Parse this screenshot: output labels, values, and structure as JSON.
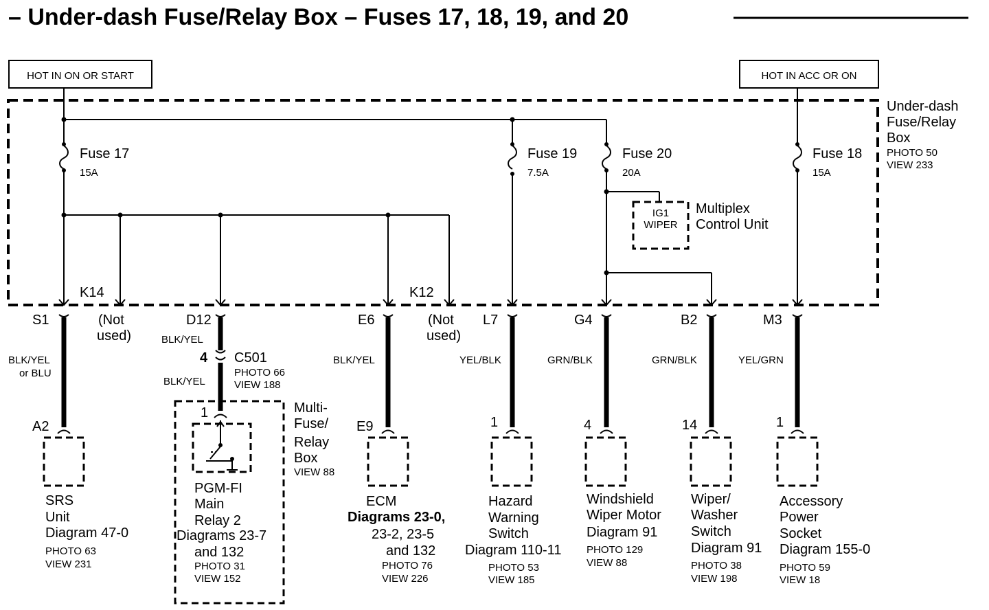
{
  "title": "– Under-dash Fuse/Relay Box – Fuses 17, 18, 19, and 20",
  "power": {
    "left": "HOT IN ON OR START",
    "right": "HOT IN ACC OR ON"
  },
  "fuse_box": {
    "name_lines": [
      "Under-dash",
      "Fuse/Relay",
      "Box"
    ],
    "photo": "PHOTO 50",
    "view": "VIEW 233"
  },
  "fuses": [
    {
      "name": "Fuse 17",
      "rating": "15A"
    },
    {
      "name": "Fuse 19",
      "rating": "7.5A"
    },
    {
      "name": "Fuse 20",
      "rating": "20A"
    },
    {
      "name": "Fuse 18",
      "rating": "15A"
    }
  ],
  "multiplex": {
    "box_lines": [
      "IG1",
      "WIPER"
    ],
    "name_lines": [
      "Multiplex",
      "Control Unit"
    ]
  },
  "terminals": {
    "k14": "K14",
    "k12": "K12",
    "not_used_lines": [
      "(Not",
      "used)"
    ]
  },
  "pins": [
    "S1",
    "D12",
    "E6",
    "L7",
    "G4",
    "B2",
    "M3"
  ],
  "wires": {
    "s1": [
      "BLK/YEL",
      "or BLU"
    ],
    "d12_top": "BLK/YEL",
    "d12_bottom": "BLK/YEL",
    "e6": "BLK/YEL",
    "l7": "YEL/BLK",
    "g4": "GRN/BLK",
    "b2": "GRN/BLK",
    "m3": "YEL/GRN"
  },
  "connector_c501": {
    "pin": "4",
    "name": "C501",
    "photo": "PHOTO 66",
    "view": "VIEW 188"
  },
  "multi_fuse_box": {
    "name_lines": [
      "Multi-",
      "Fuse/",
      "Relay",
      "Box"
    ],
    "view": "VIEW 88"
  },
  "components": [
    {
      "pin": "A2",
      "lines": [
        "SRS",
        "Unit",
        "Diagram 47-0"
      ],
      "photo": "PHOTO 63",
      "view": "VIEW 231"
    },
    {
      "pin": "1",
      "lines": [
        "PGM-FI",
        "Main",
        "Relay 2",
        "Diagrams 23-7",
        "and 132"
      ],
      "photo": "PHOTO 31",
      "view": "VIEW 152"
    },
    {
      "pin": "E9",
      "lines": [
        "ECM",
        "Diagrams 23-0,",
        "23-2, 23-5",
        "and 132"
      ],
      "photo": "PHOTO 76",
      "view": "VIEW 226"
    },
    {
      "pin": "1",
      "lines": [
        "Hazard",
        "Warning",
        "Switch",
        "Diagram 110-11"
      ],
      "photo": "PHOTO 53",
      "view": "VIEW 185"
    },
    {
      "pin": "4",
      "lines": [
        "Windshield",
        "Wiper Motor",
        "Diagram 91"
      ],
      "photo": "PHOTO 129",
      "view": "VIEW 88"
    },
    {
      "pin": "14",
      "lines": [
        "Wiper/",
        "Washer",
        "Switch",
        "Diagram 91"
      ],
      "photo": "PHOTO 38",
      "view": "VIEW 198"
    },
    {
      "pin": "1",
      "lines": [
        "Accessory",
        "Power",
        "Socket",
        "Diagram 155-0"
      ],
      "photo": "PHOTO 59",
      "view": "VIEW 18"
    }
  ]
}
